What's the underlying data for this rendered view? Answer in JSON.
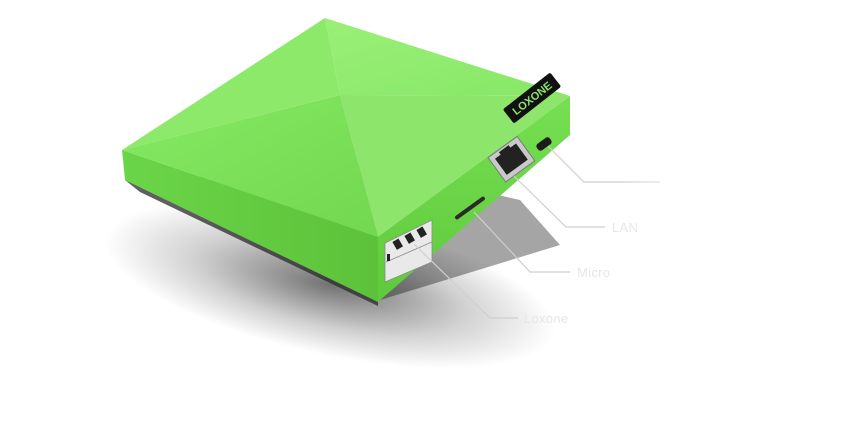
{
  "device": {
    "brand_logo_text": "LOXONE",
    "body_color": "#7ce35c",
    "logo_bg_color": "#111111",
    "logo_text_color": "#8be26c"
  },
  "callouts": [
    {
      "id": "usb",
      "label": ""
    },
    {
      "id": "lan",
      "label": "LAN"
    },
    {
      "id": "microsd",
      "label": "Micro"
    },
    {
      "id": "loxone",
      "label": "Loxone"
    }
  ],
  "colors": {
    "callout_line": "#cfcfcf",
    "background": "#ffffff"
  }
}
